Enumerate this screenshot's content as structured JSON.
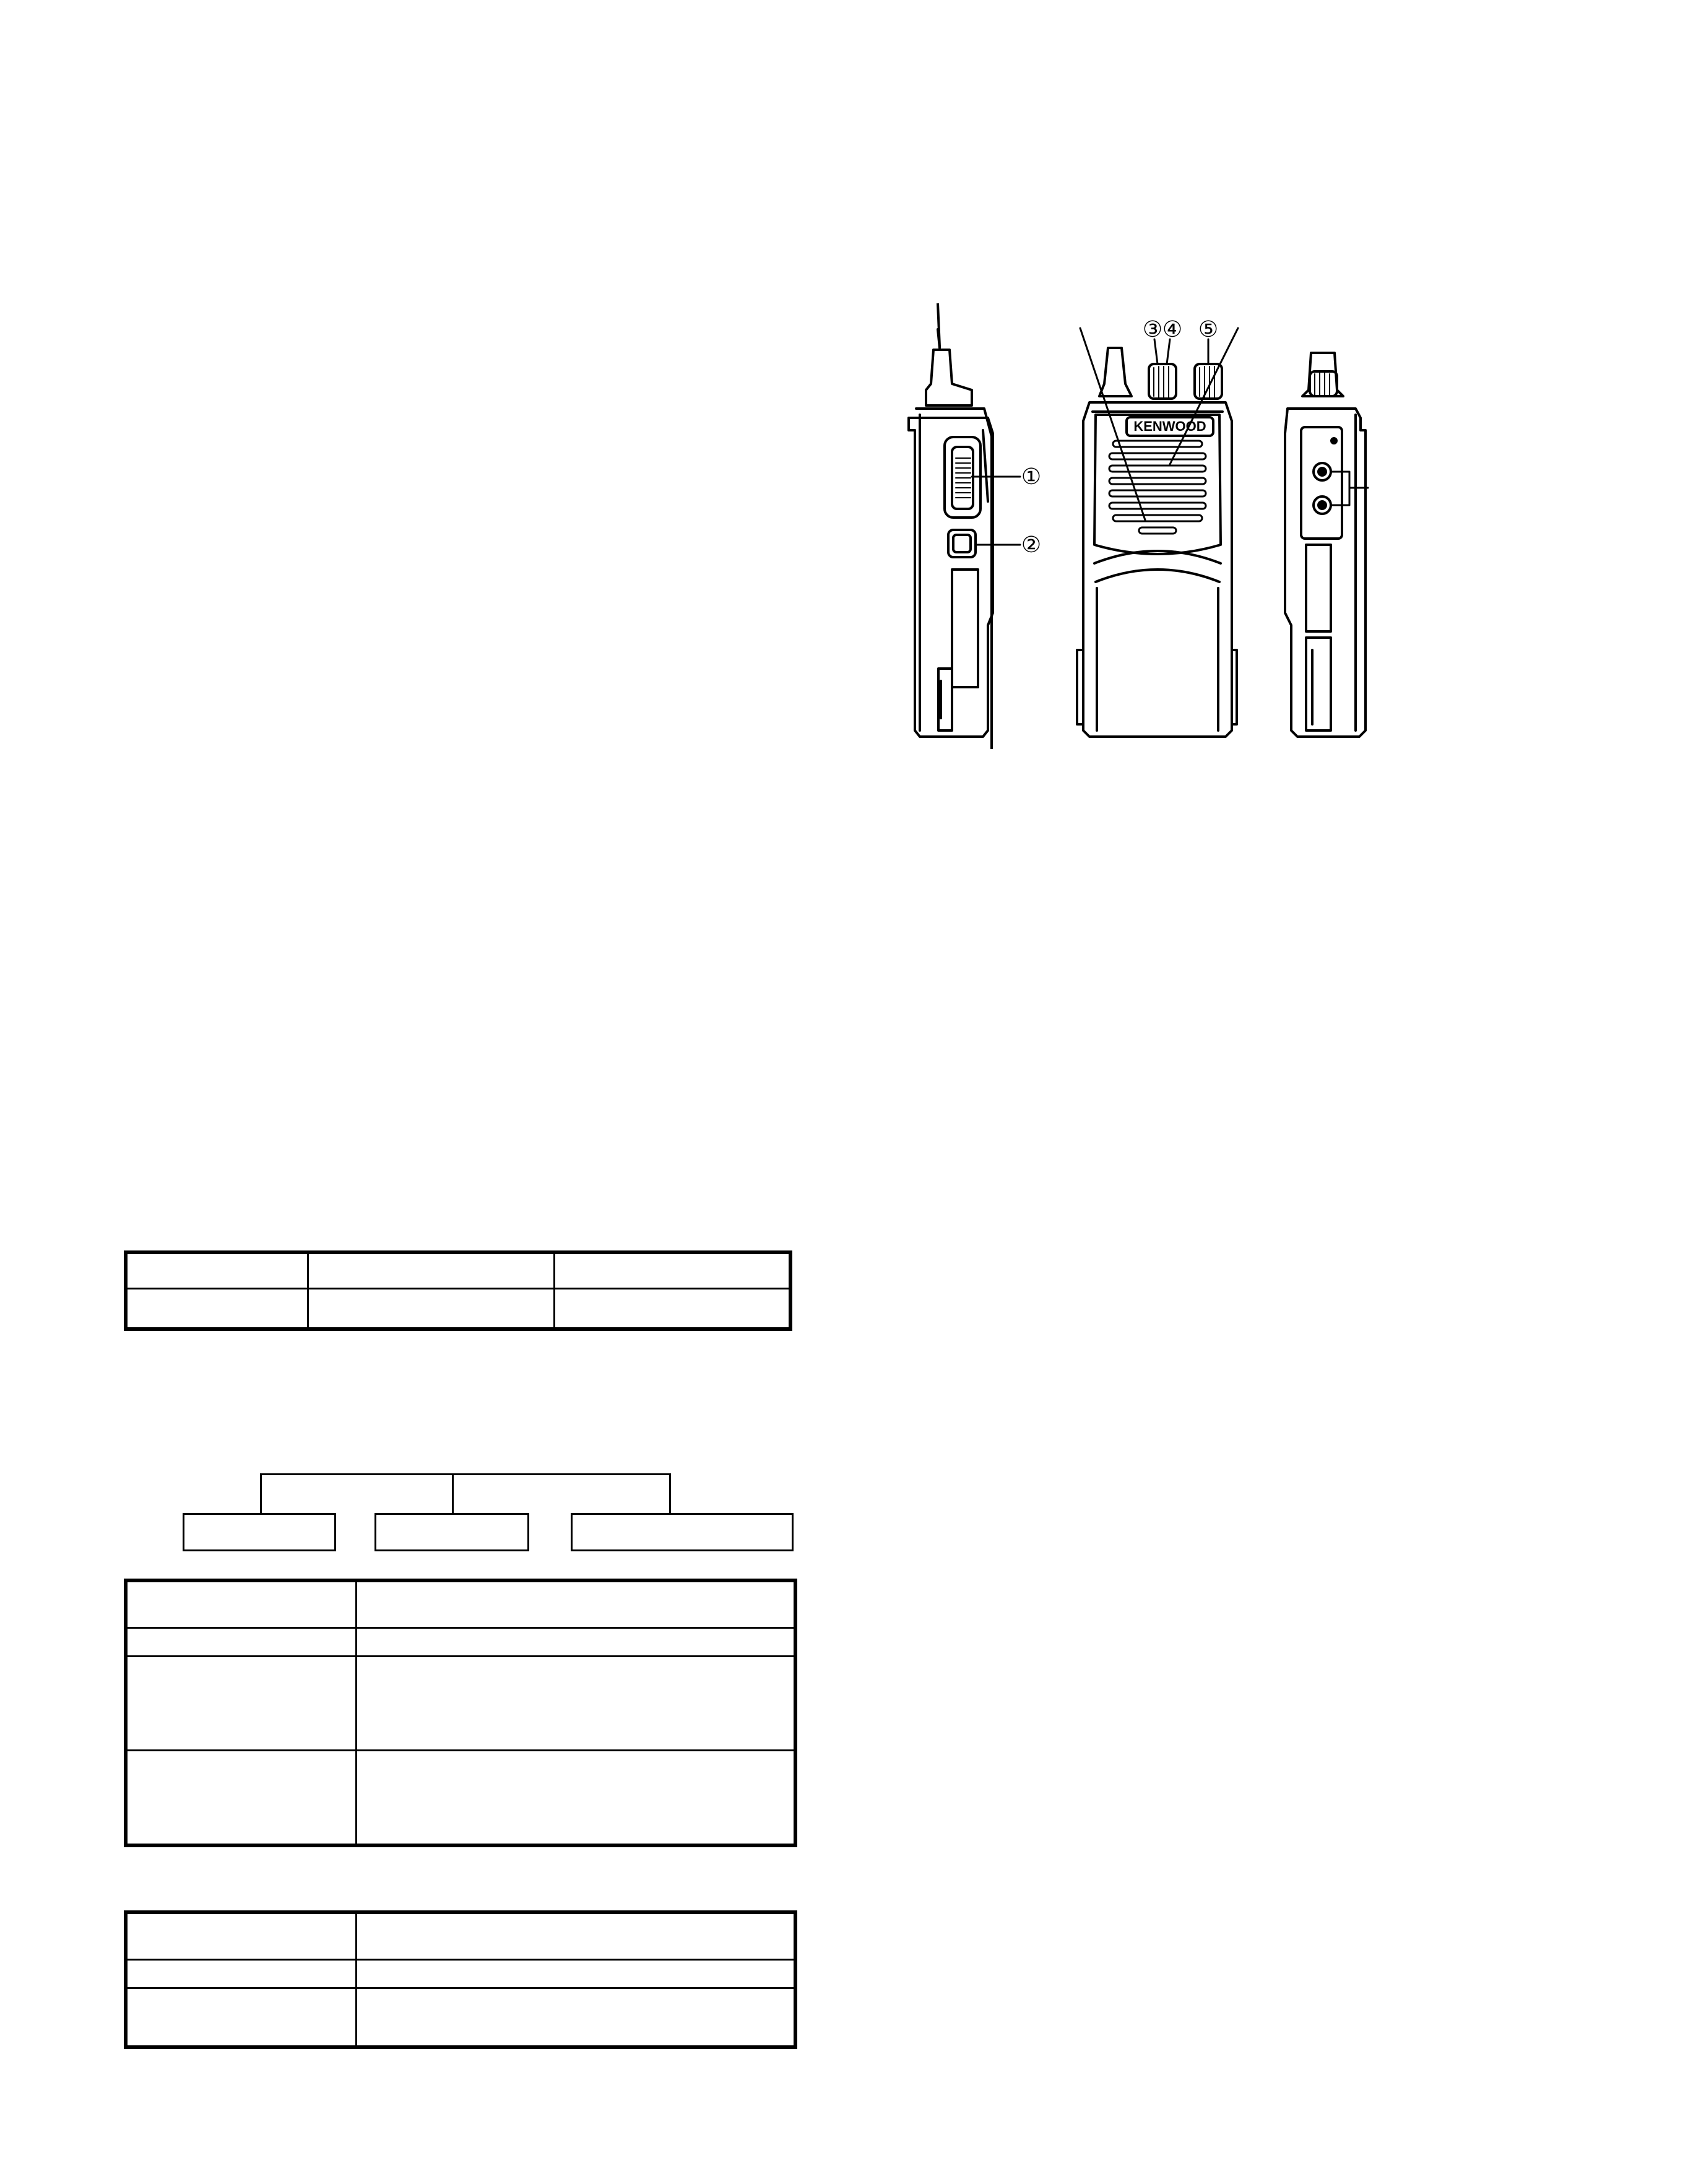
{
  "figure": {
    "brand_label": "KENWOOD",
    "callouts": [
      {
        "id": "callout-1",
        "symbol": "①"
      },
      {
        "id": "callout-2",
        "symbol": "②"
      },
      {
        "id": "callout-3",
        "symbol": "③"
      },
      {
        "id": "callout-4",
        "symbol": "④"
      },
      {
        "id": "callout-5",
        "symbol": "⑤"
      }
    ]
  },
  "table_1": {
    "rows": 2,
    "columns": 3
  },
  "tree": {
    "children": 3
  },
  "table_2": {
    "rows": 4,
    "columns": 2
  },
  "table_3": {
    "rows": 3,
    "columns": 2
  },
  "colors": {
    "line": "#000000",
    "background": "#ffffff"
  }
}
